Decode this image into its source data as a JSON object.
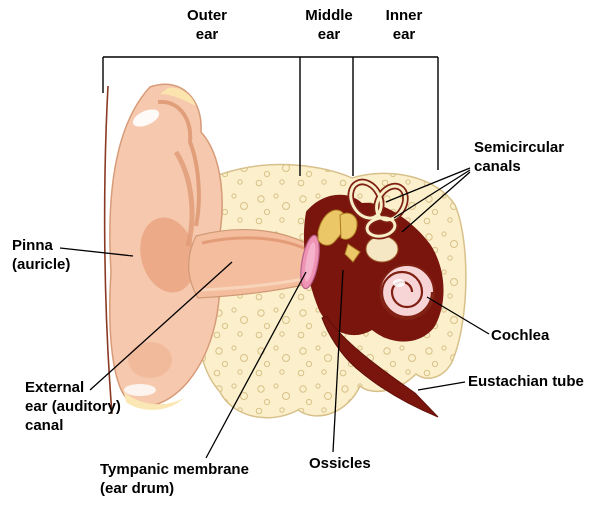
{
  "sections": {
    "outer": "Outer\near",
    "middle": "Middle\near",
    "inner": "Inner\near"
  },
  "labels": {
    "pinna": "Pinna\n(auricle)",
    "external_canal": "External\near (auditory)\ncanal",
    "tympanic_membrane": "Tympanic membrane\n(ear drum)",
    "ossicles": "Ossicles",
    "semicircular_canals": "Semicircular\ncanals",
    "cochlea": "Cochlea",
    "eustachian_tube": "Eustachian tube"
  },
  "colors": {
    "skin": "#f6c9ae",
    "skin_shadow": "#eba684",
    "canal_skin": "#f3bd9e",
    "bone": "#fbf0cb",
    "bone_speckle": "#d9c189",
    "cavity_dark_red": "#7a150e",
    "membrane_pink": "#ef93b5",
    "ossicle_yellow": "#ecc768",
    "cochlea_pink": "#f7d4d6",
    "outline_red": "#7f2013",
    "line_black": "#000000"
  }
}
